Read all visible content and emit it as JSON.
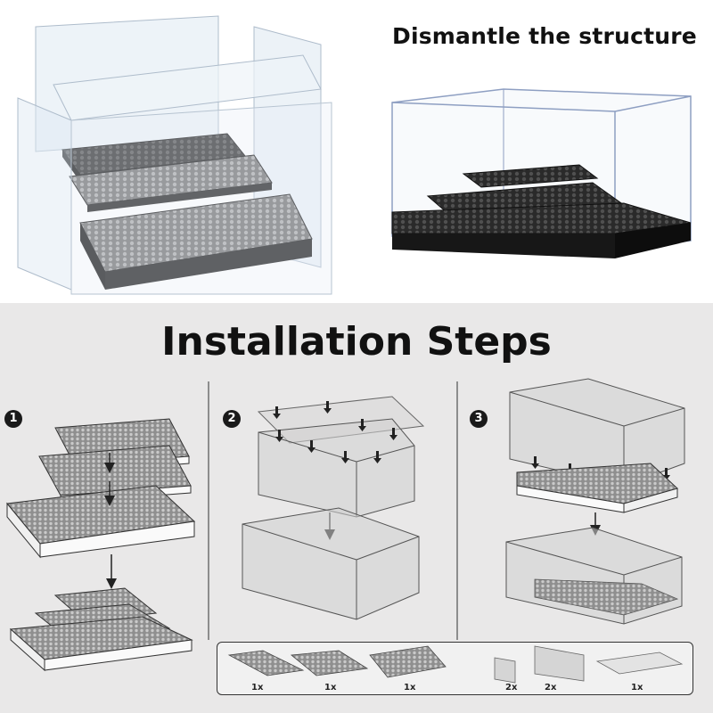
{
  "header": {
    "title": "Dismantle the structure"
  },
  "section": {
    "title": "Installation Steps"
  },
  "steps": [
    {
      "number": "1"
    },
    {
      "number": "2"
    },
    {
      "number": "3"
    }
  ],
  "parts": [
    {
      "name": "small-step-plate",
      "qty": "1x"
    },
    {
      "name": "medium-step-plate",
      "qty": "1x"
    },
    {
      "name": "base-plate",
      "qty": "1x"
    },
    {
      "name": "side-panel",
      "qty": "2x"
    },
    {
      "name": "long-panel",
      "qty": "2x"
    },
    {
      "name": "top-panel",
      "qty": "1x"
    }
  ],
  "colors": {
    "studs_dark": "#2b2b2b",
    "studs_light": "#9a9a9a",
    "acrylic": "#b8c7d6",
    "background_bottom": "#e9e8e8"
  }
}
